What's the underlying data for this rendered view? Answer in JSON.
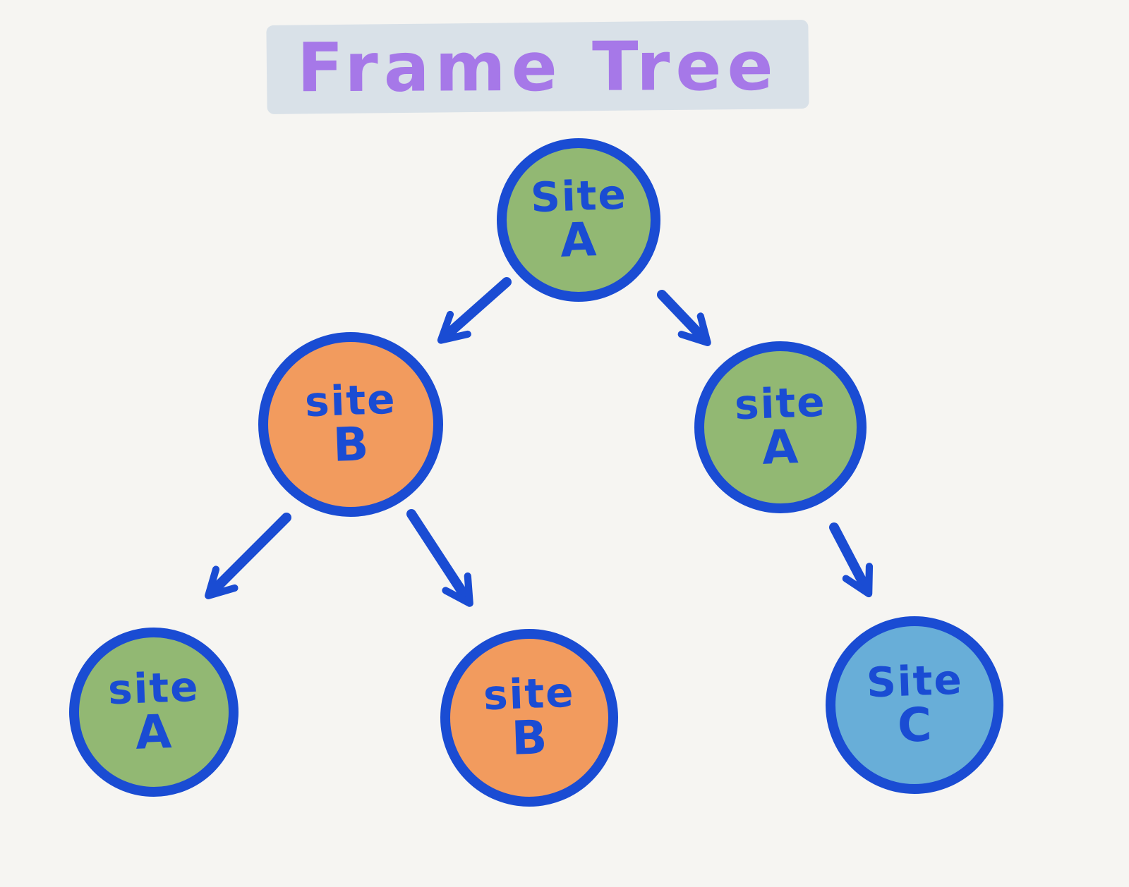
{
  "title": "Frame Tree",
  "colors": {
    "blue_stroke": "#1a4cd3",
    "green_fill": "#92b873",
    "orange_fill": "#f29b5e",
    "blue_fill": "#68aed8",
    "purple_title": "#a678e8",
    "highlight": "#d9e1e8",
    "background": "#f6f5f2"
  },
  "nodes": [
    {
      "id": "root",
      "line1": "Site",
      "line2": "A",
      "fill": "green"
    },
    {
      "id": "child-left",
      "line1": "site",
      "line2": "B",
      "fill": "orange"
    },
    {
      "id": "child-right",
      "line1": "site",
      "line2": "A",
      "fill": "green"
    },
    {
      "id": "leaf-left",
      "line1": "site",
      "line2": "A",
      "fill": "green"
    },
    {
      "id": "leaf-middle",
      "line1": "site",
      "line2": "B",
      "fill": "orange"
    },
    {
      "id": "leaf-right",
      "line1": "Site",
      "line2": "C",
      "fill": "blue"
    }
  ],
  "edges": [
    {
      "from": "root",
      "to": "child-left"
    },
    {
      "from": "root",
      "to": "child-right"
    },
    {
      "from": "child-left",
      "to": "leaf-left"
    },
    {
      "from": "child-left",
      "to": "leaf-middle"
    },
    {
      "from": "child-right",
      "to": "leaf-right"
    }
  ]
}
